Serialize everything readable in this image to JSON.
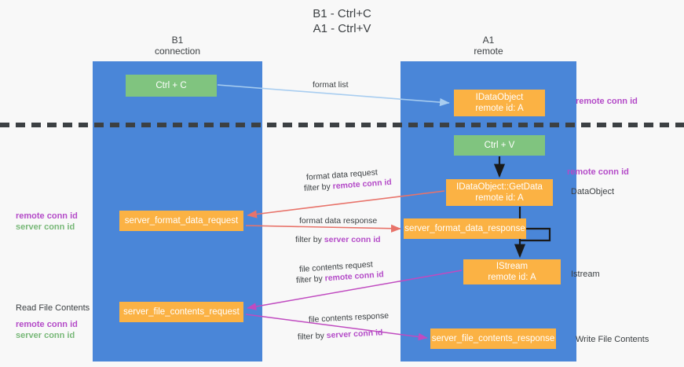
{
  "title": "B1 - Ctrl+C\nA1 - Ctrl+V",
  "columns": {
    "left": {
      "header": "B1\nconnection"
    },
    "right": {
      "header": "A1\nremote"
    }
  },
  "nodes": {
    "ctrl_c": {
      "label": "Ctrl + C",
      "kind": "green"
    },
    "idataobject": {
      "label": "IDataObject\nremote id: A",
      "kind": "orange"
    },
    "ctrl_v": {
      "label": "Ctrl + V",
      "kind": "green"
    },
    "getdata": {
      "label": "IDataObject::GetData\nremote id: A",
      "kind": "orange"
    },
    "server_format_data_request": {
      "label": "server_format_data_request",
      "kind": "orange"
    },
    "server_format_data_response": {
      "label": "server_format_data_response",
      "kind": "orange"
    },
    "istream": {
      "label": "IStream\nremote id: A",
      "kind": "orange"
    },
    "server_file_contents_request": {
      "label": "server_file_contents_request",
      "kind": "orange"
    },
    "server_file_contents_response": {
      "label": "server_file_contents_response",
      "kind": "orange"
    }
  },
  "edge_labels": {
    "format_list": "format list",
    "format_data_request": "format data request",
    "format_data_request_filter_prefix": "filter by ",
    "format_data_request_filter_key": "remote conn id",
    "format_data_response": "format data response",
    "format_data_response_filter_prefix": "filter by ",
    "format_data_response_filter_key": "server conn id",
    "file_contents_request": "file contents request",
    "file_contents_request_filter_prefix": "filter by ",
    "file_contents_request_filter_key": "remote conn id",
    "file_contents_response": "file contents response",
    "file_contents_response_filter_prefix": "filter by ",
    "file_contents_response_filter_key": "server conn id"
  },
  "annotations": {
    "left_mid_remote": "remote conn id",
    "left_mid_server": "server conn id",
    "left_bottom_title": "Read File Contents",
    "left_bottom_remote": "remote conn id",
    "left_bottom_server": "server conn id",
    "right_remote_top": "remote conn id",
    "right_remote_mid": "remote conn id",
    "right_dataobject": "DataObject",
    "right_istream": "Istream",
    "right_write": "Write File Contents"
  },
  "colors": {
    "lane": "#4a86d8",
    "node_orange": "#fbb244",
    "node_green": "#80c47f",
    "purple": "#b44bc8",
    "green_text": "#78b878",
    "arrow_blue": "#a8cdf0",
    "arrow_red": "#e8736a",
    "arrow_magenta": "#c04bc0",
    "arrow_black": "#1a1a1a",
    "divider": "#3c4043",
    "background": "#f8f8f8"
  }
}
